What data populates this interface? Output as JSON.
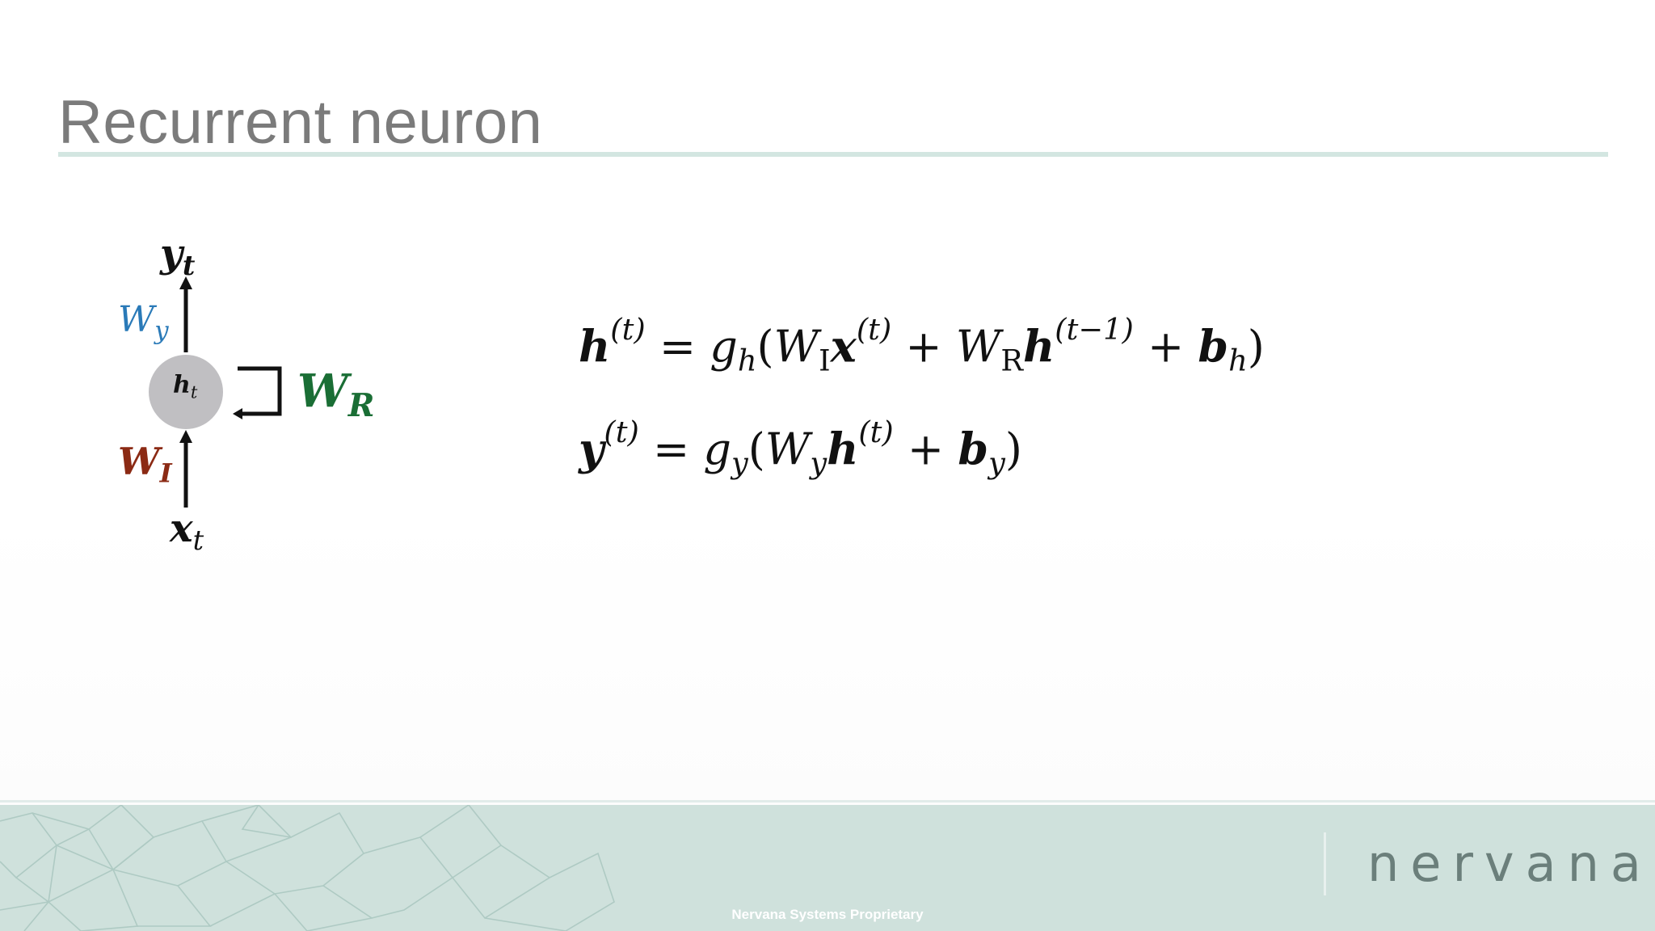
{
  "slide": {
    "title": "Recurrent neuron"
  },
  "diagram": {
    "output_var": "y",
    "input_var": "x",
    "hidden_var": "h",
    "subscript": "t",
    "weight_output": {
      "letter": "W",
      "sub": "y",
      "color": "#2a7ab8"
    },
    "weight_input": {
      "letter": "W",
      "sub": "I",
      "color": "#8b2a14"
    },
    "weight_recurrent": {
      "letter": "W",
      "sub": "R",
      "color": "#1a6e35"
    },
    "node_color": "#c0bfc2"
  },
  "equations": {
    "eq1": {
      "lhs": "h",
      "t": "(t)",
      "eq": " = ",
      "g": "g",
      "g_sub": "h",
      "open": "(",
      "w_i": "W",
      "w_i_sub": "I",
      "x": "x",
      "x_sup": "(t)",
      "plus1": " + ",
      "w_r": "W",
      "w_r_sub": "R",
      "h": "h",
      "h_sup": "(t−1)",
      "plus2": " + ",
      "b": "b",
      "b_sub": "h",
      "close": ")"
    },
    "eq2": {
      "lhs": "y",
      "t": "(t)",
      "eq": " = ",
      "g": "g",
      "g_sub": "y",
      "open": "(",
      "w": "W",
      "w_sub": "y",
      "h": "h",
      "h_sup": "(t)",
      "plus": " + ",
      "b": "b",
      "b_sub": "y",
      "close": ")"
    }
  },
  "footer": {
    "brand": "nervana",
    "proprietary": "Nervana Systems Proprietary",
    "background": "#cfe1dc"
  }
}
